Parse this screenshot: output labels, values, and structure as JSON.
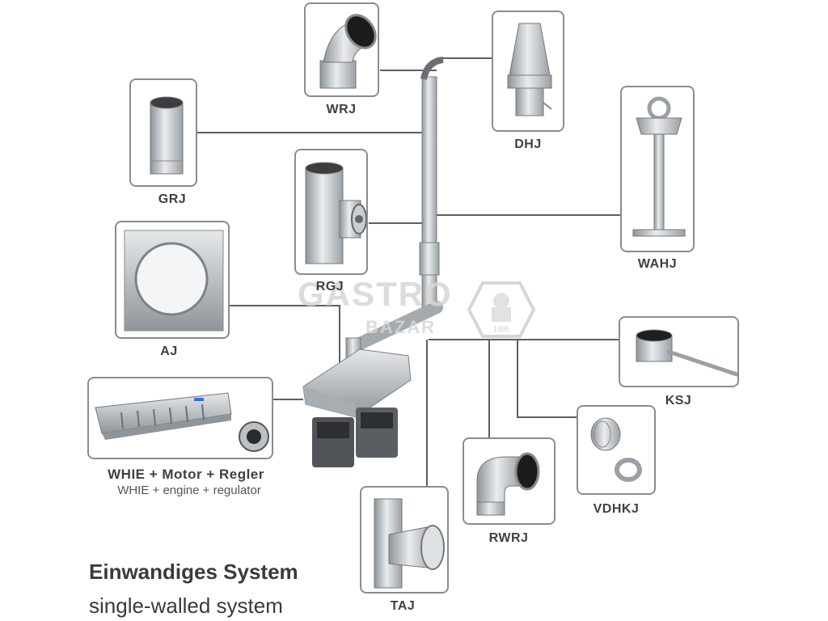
{
  "components": [
    {
      "code": "WRJ",
      "icon": "elbow-pipe-icon"
    },
    {
      "code": "DHJ",
      "icon": "rain-cap-icon"
    },
    {
      "code": "GRJ",
      "icon": "straight-pipe-icon"
    },
    {
      "code": "WAHJ",
      "icon": "wall-bracket-icon"
    },
    {
      "code": "RGJ",
      "icon": "inspection-tee-icon"
    },
    {
      "code": "AJ",
      "icon": "wall-plate-icon"
    },
    {
      "code": "KSJ",
      "icon": "damper-icon"
    },
    {
      "code": "VDHKJ",
      "icon": "connector-ring-icon"
    },
    {
      "code": "RWRJ",
      "icon": "elbow-90-icon"
    },
    {
      "code": "TAJ",
      "icon": "tee-pipe-icon"
    }
  ],
  "hood": {
    "label": "WHIE + Motor + Regler",
    "sublabel": "WHIE + engine + regulator",
    "icon": "extractor-hood-icon"
  },
  "watermark": {
    "line1": "GASTRO",
    "line2": "BAZAR",
    "badge": "1995"
  },
  "titles": {
    "line1": "Einwandiges System",
    "line2": "single-walled system"
  },
  "colors": {
    "border": "#8c8c8c",
    "line": "#5f5f5f",
    "steel": "#b8bcc0",
    "text": "#404040"
  }
}
